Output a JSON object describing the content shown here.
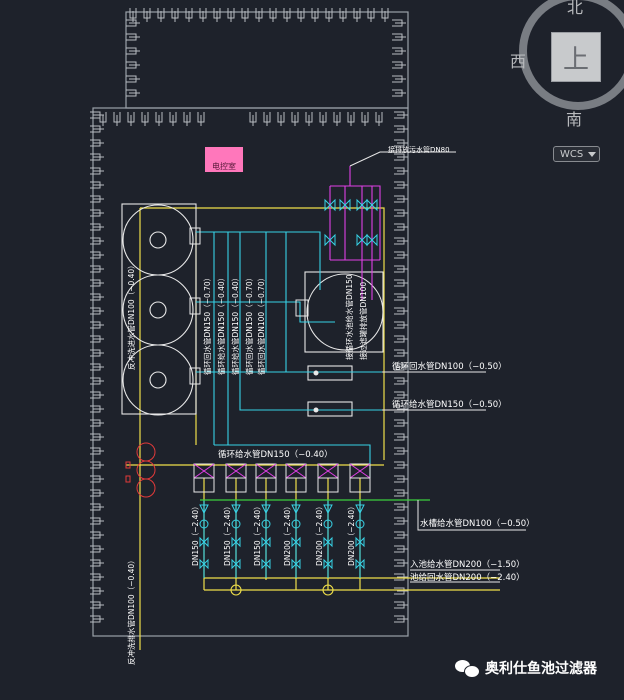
{
  "viewcube": {
    "north": "北",
    "west": "西",
    "south": "南",
    "face": "上",
    "wcs_label": "WCS"
  },
  "drawing": {
    "control_room": "电控室",
    "labels": {
      "overflow_dn80": "接排放污水管DN80",
      "return_dn100": "循环回水管DN100（−0.50）",
      "supply_dn150_right": "循环给水管DN150（−0.50）",
      "supply_dn150_mid": "循环给水管DN150（−0.40）",
      "pool_supply_dn100": "水槽给水管DN100（−0.50）",
      "pool_dn200_a": "入池给水管DN200（−1.50）",
      "pool_dn200_b": "池给回水管DN200（−2.40）"
    },
    "vertical_labels": {
      "left_dn100": "反冲洗进水管DN100（−0.40）",
      "v1": "循环回水管DN150（−0.70）",
      "v2": "循环给水管DN150（−0.40）",
      "v3": "循环给水管DN150（−0.40）",
      "v4": "循环回水管DN150（−0.70）",
      "v5": "循环回水管DN100（−0.70）",
      "right_tank": "接循环水池给水管DN150",
      "right_tank2": "接过滤罐排放管DN100",
      "bottom_left": "反冲洗排水管DN100（−0.40）",
      "b1": "DN150（−2.40）",
      "b2": "DN150（−2.40）",
      "b3": "DN150（−2.40）",
      "b4": "DN200（−2.40）",
      "b5": "DN200（−2.40）",
      "b6": "DN200（−2.40）"
    }
  },
  "watermark": {
    "text": "奥利仕鱼池过滤器"
  },
  "colors": {
    "background": "#1e222b",
    "yellow": "#f0e04a",
    "cyan": "#37d2e6",
    "magenta": "#e040e6",
    "green": "#3ccf3c",
    "white": "#e8e8e8",
    "red": "#e23a3a",
    "pink_block": "#ff77bb"
  }
}
